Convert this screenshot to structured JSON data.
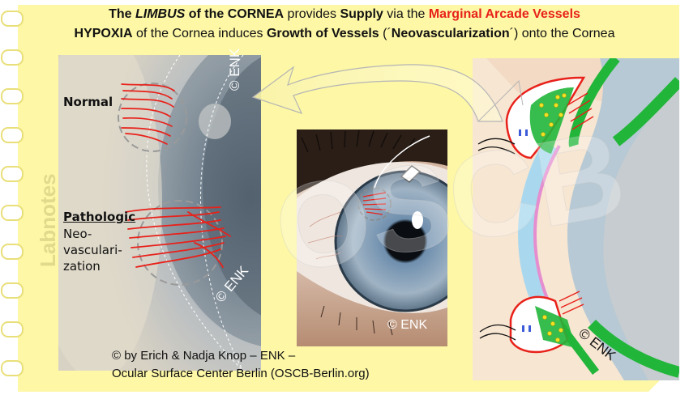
{
  "title": {
    "line1": {
      "p1": "The ",
      "p2": "LIMBUS",
      "p3": " of the CORNEA",
      "p4": " provides ",
      "p5": "Supply",
      "p6": " via the ",
      "p7": "Marginal Arcade Vessels"
    },
    "line2": {
      "p1": "HYPOXIA",
      "p2": " of the Cornea induces ",
      "p3": "Growth of Vessels",
      "p4": " (´",
      "p5": "Neovascularization",
      "p6": "´) onto the Cornea"
    }
  },
  "labels": {
    "normal": "Normal",
    "pathologic": "Pathologic",
    "neo": "Neo-vasculari-zation"
  },
  "watermarks": {
    "enk": "© ENK",
    "side": "Labnotes",
    "oscb": "OSCB"
  },
  "credit": {
    "line1": "© by Erich & Nadja Knop – ENK –",
    "line2": "Ocular Surface Center Berlin (OSCB-Berlin.org)"
  },
  "colors": {
    "background_yellow": "#fdf7a6",
    "vessel_red": "#e8211a",
    "title_red": "#e8211a",
    "iris_blue": "#6f8fae"
  }
}
